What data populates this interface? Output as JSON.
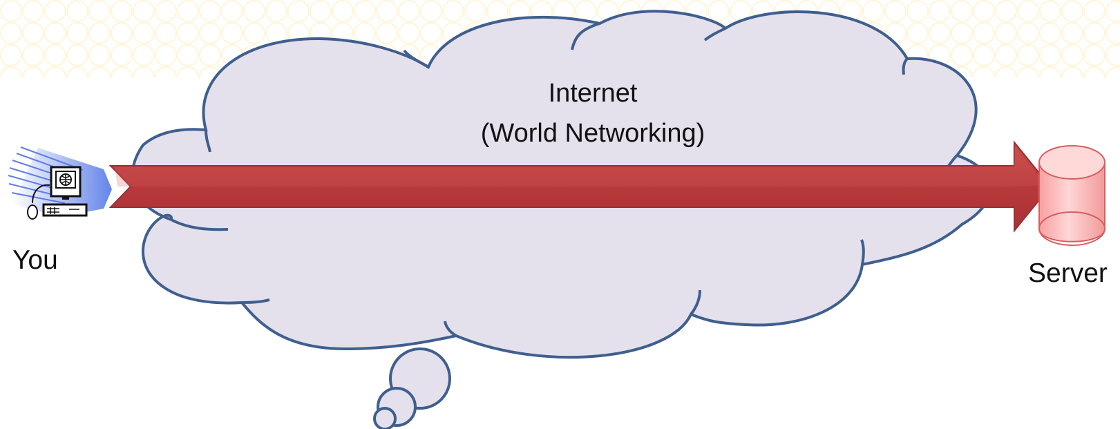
{
  "cloud": {
    "title_line1": "Internet",
    "title_line2": "(World Networking)"
  },
  "nodes": {
    "client_label": "You",
    "server_label": "Server"
  },
  "colors": {
    "background_pattern": "#fff4d6",
    "cloud_fill": "#e4e0ec",
    "cloud_stroke": "#3f5f8e",
    "arrow_fill": "#b7383a",
    "server_fill": "#f7b8b8",
    "client_waves": "#6d86e8",
    "text": "#111111"
  }
}
